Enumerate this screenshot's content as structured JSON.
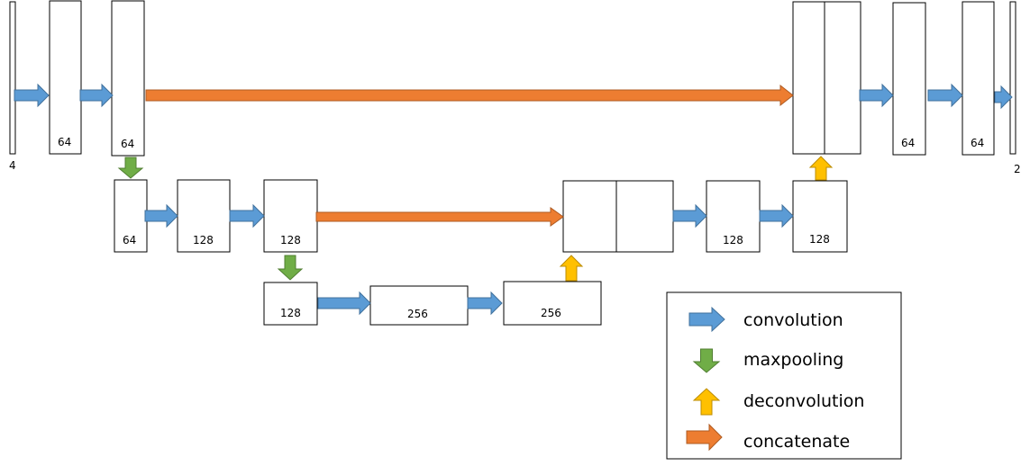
{
  "colors": {
    "convolution": "#5b9bd5",
    "convolution_stroke": "#41719c",
    "maxpooling": "#70ad47",
    "maxpooling_stroke": "#507e32",
    "deconvolution": "#ffc000",
    "deconvolution_stroke": "#bc8c00",
    "concatenate": "#ed7d31",
    "concatenate_stroke": "#ae5a21"
  },
  "layers": {
    "input": "4",
    "enc1_conv1": "64",
    "enc1_conv2": "64",
    "enc2_conv1": "64",
    "enc2_conv2": "128",
    "enc2_conv3": "128",
    "bot_conv1": "128",
    "bot_conv2": "256",
    "bot_conv3": "256",
    "dec2_conv1": "128",
    "dec2_conv2": "128",
    "dec1_conv1": "64",
    "dec1_conv2": "64",
    "output": "2"
  },
  "legend": {
    "items": [
      {
        "key": "convolution",
        "label": "convolution",
        "icon": "arrow-right-icon"
      },
      {
        "key": "maxpooling",
        "label": "maxpooling",
        "icon": "arrow-down-icon"
      },
      {
        "key": "deconvolution",
        "label": "deconvolution",
        "icon": "arrow-up-icon"
      },
      {
        "key": "concatenate",
        "label": "concatenate",
        "icon": "arrow-right-icon"
      }
    ]
  }
}
